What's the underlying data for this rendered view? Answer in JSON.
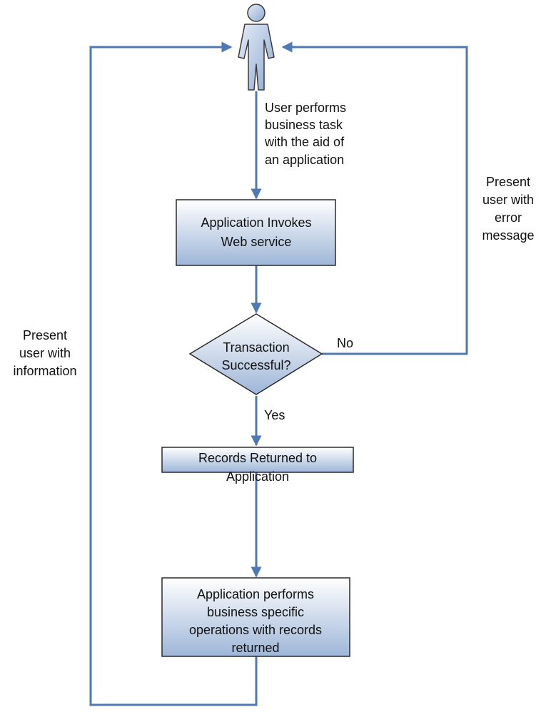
{
  "nodes": {
    "invoke": {
      "lines": [
        "Application Invokes",
        "Web service"
      ]
    },
    "decision": {
      "lines": [
        "Transaction",
        "Successful?"
      ]
    },
    "records": {
      "lines": [
        "Records Returned to",
        "Application"
      ]
    },
    "operations": {
      "lines": [
        "Application performs",
        "business specific",
        "operations with records",
        "returned"
      ]
    }
  },
  "labels": {
    "user_task": [
      "User performs",
      "business task",
      "with the aid of",
      "an application"
    ],
    "error": [
      "Present",
      "user with",
      "error",
      "message"
    ],
    "info": [
      "Present",
      "user with",
      "information"
    ],
    "no": "No",
    "yes": "Yes"
  },
  "colors": {
    "edge": "#4f79b5",
    "box_top": "#ffffff",
    "box_bottom": "#9eb6d8",
    "actor_fill": "#a9bfe0"
  },
  "icons": {
    "actor": "user-actor-icon"
  }
}
